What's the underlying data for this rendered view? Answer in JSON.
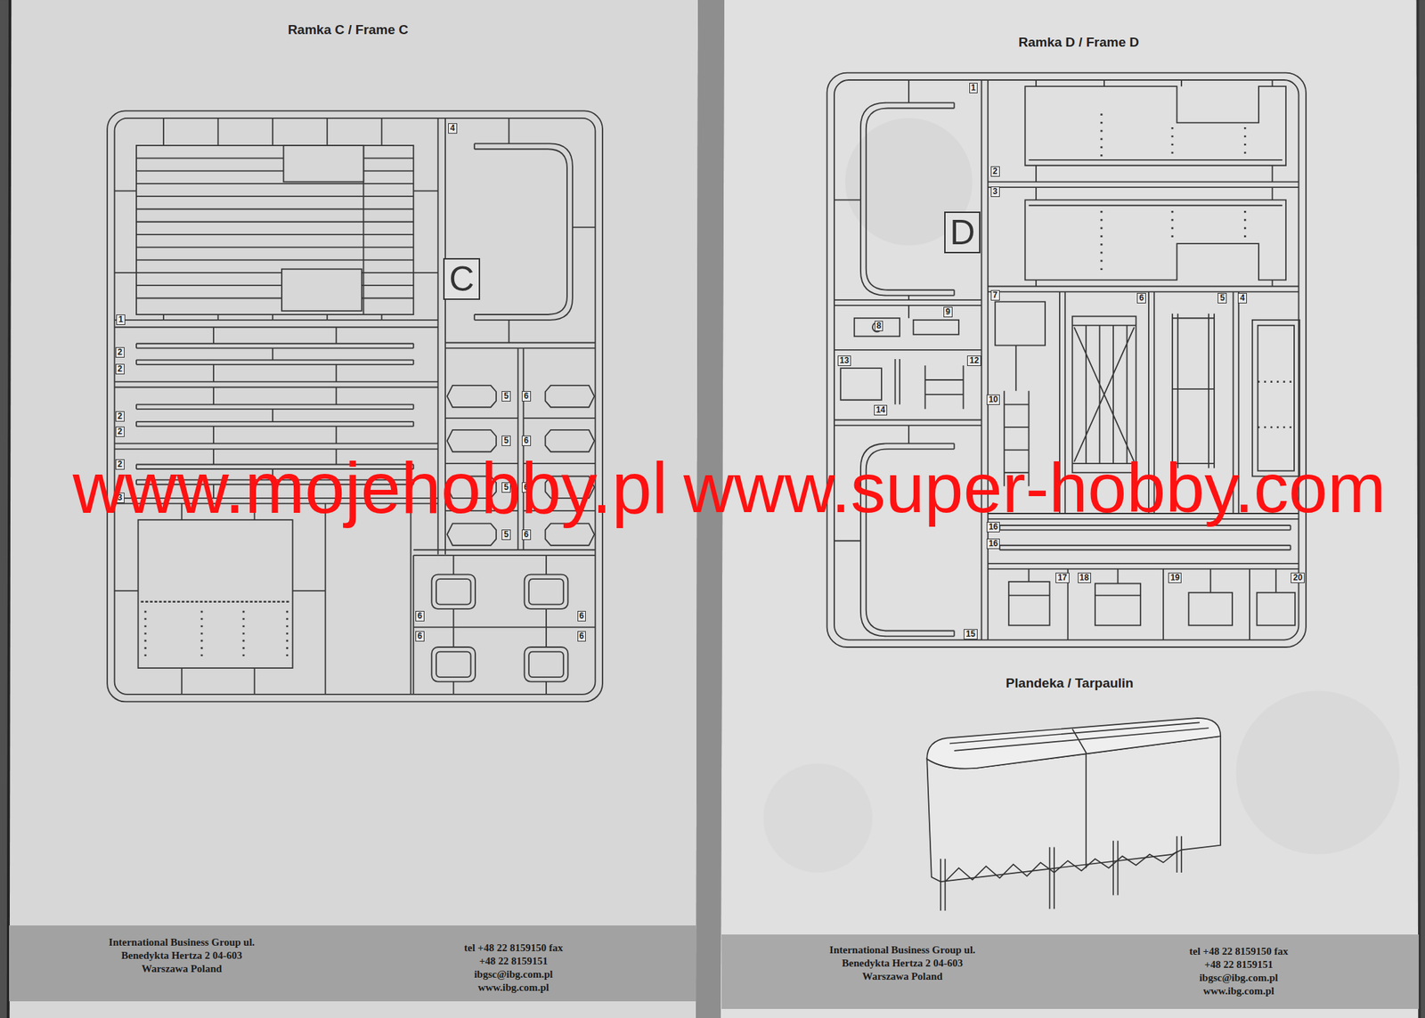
{
  "diagram": {
    "nodes": [
      {
        "text": [
          "Ramka C / Frame C",
          "C"
        ]
      },
      {
        "text": [
          "Ramka D / Frame D",
          "D"
        ]
      },
      {
        "text": [
          "International Business Group ul. Benedykta Hertza 2 04-603 Warszawa Poland",
          "tel +48 22 8159150 fax +48 22 8159151 ibgsc@ibg.com.pl www.ibg.com.pl"
        ]
      },
      {
        "text": [
          "International Business Group ul. Benedykta Hertza 2 04-603 Warszawa Poland",
          "tel +48 22 8159150 fax +48 22 8159151 ibgsc@ibg.com.pl www.ibg.com.pl"
        ]
      }
    ],
    "labels": [
      "4",
      "1",
      "2",
      "2",
      "5",
      "6",
      "2",
      "2",
      "5",
      "6",
      "2",
      "5",
      "6",
      "3",
      "5",
      "6",
      "6",
      "6",
      "6",
      "6",
      "1",
      "2",
      "3",
      "7",
      "6",
      "5",
      "4",
      "9",
      "8",
      "13",
      "12",
      "10",
      "14",
      "16",
      "16",
      "17",
      "18",
      "19",
      "20",
      "15",
      "www.mojehobby.pl",
      "www.super-hobby.com",
      "Plandeka / Tarpaulin"
    ]
  }
}
